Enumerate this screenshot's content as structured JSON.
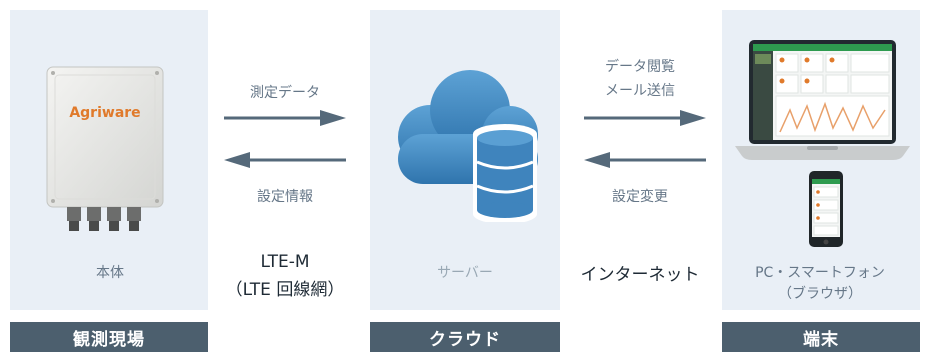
{
  "device": {
    "brand": "Agriware",
    "label": "本体"
  },
  "server": {
    "label": "サーバー"
  },
  "terminal": {
    "label_line1": "PC・スマートフォン",
    "label_line2": "（ブラウザ）"
  },
  "left_link": {
    "upper": "測定データ",
    "lower": "設定情報",
    "network_line1": "LTE-M",
    "network_line2": "（LTE 回線網）"
  },
  "right_link": {
    "upper_line1": "データ閲覧",
    "upper_line2": "メール送信",
    "lower": "設定変更",
    "network": "インターネット"
  },
  "footers": {
    "field": "観測現場",
    "cloud": "クラウド",
    "terminal": "端末"
  },
  "colors": {
    "panel": "#e9eff6",
    "footer": "#4c5f6e",
    "arrow": "#55697a",
    "cloud": "#4a90c8",
    "accent": "#e07a2b"
  }
}
